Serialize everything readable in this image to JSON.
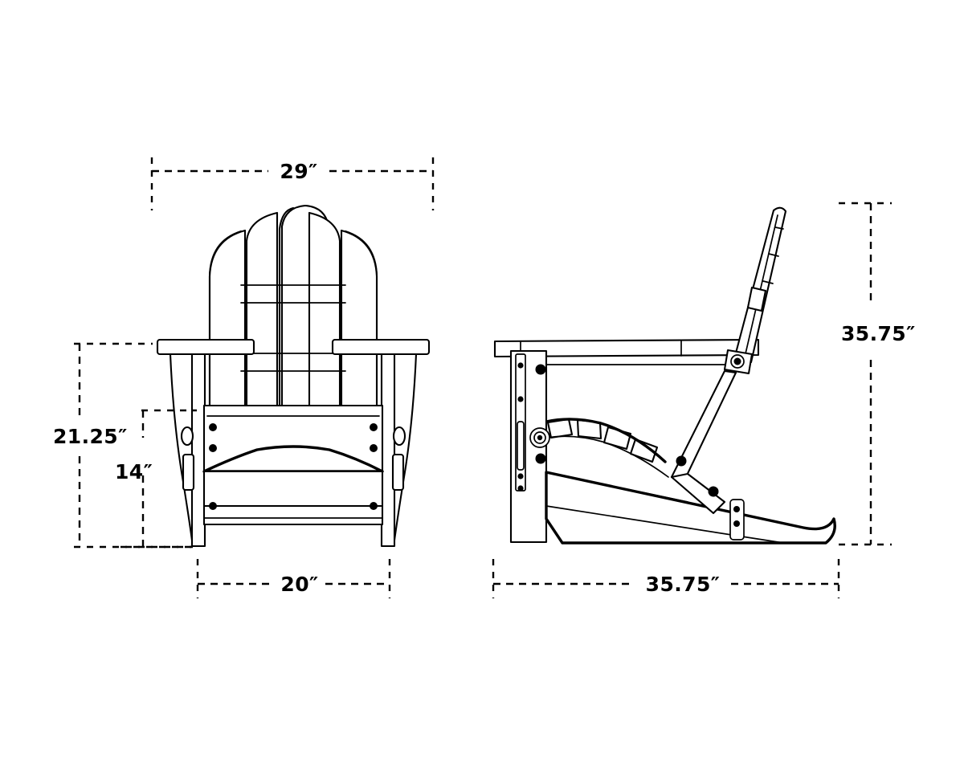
{
  "document": {
    "type": "technical-dimension-drawing",
    "subject": "Adirondack Chair",
    "background_color": "#ffffff",
    "line_color": "#000000",
    "views": [
      {
        "name": "front-view",
        "label": ""
      },
      {
        "name": "side-view",
        "label": ""
      }
    ]
  },
  "dimensions": {
    "front_width": {
      "id": "front-width-dimension",
      "value": "29″",
      "orientation": "horizontal",
      "view": "front-view",
      "position": "top"
    },
    "arm_height": {
      "id": "arm-height-dimension",
      "value": "21.25″",
      "orientation": "vertical",
      "view": "front-view",
      "position": "left-outer"
    },
    "seat_height": {
      "id": "seat-height-dimension",
      "value": "14″",
      "orientation": "vertical",
      "view": "front-view",
      "position": "left-inner"
    },
    "base_width": {
      "id": "base-width-dimension",
      "value": "20″",
      "orientation": "horizontal",
      "view": "front-view",
      "position": "bottom"
    },
    "overall_depth": {
      "id": "overall-depth-dimension",
      "value": "35.75″",
      "orientation": "horizontal",
      "view": "side-view",
      "position": "bottom"
    },
    "overall_height": {
      "id": "overall-height-dimension",
      "value": "35.75″",
      "orientation": "vertical",
      "view": "side-view",
      "position": "right"
    }
  }
}
